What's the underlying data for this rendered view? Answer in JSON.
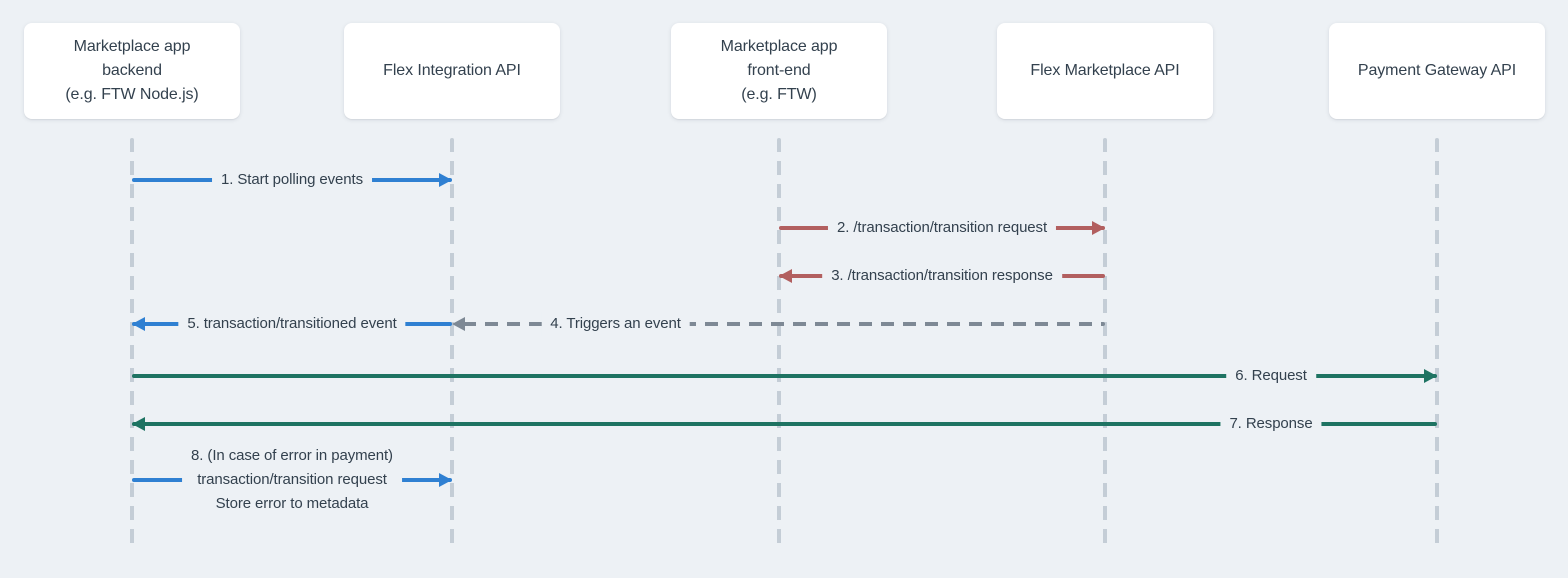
{
  "colors": {
    "background": "#edf1f5",
    "box_bg": "#ffffff",
    "text": "#33414e",
    "blue": "#2f80d2",
    "red": "#b25f5f",
    "green": "#1e7362",
    "gray": "#7e8995",
    "lifeline": "#c4cdd6"
  },
  "actors": [
    {
      "id": "backend",
      "lines": [
        "Marketplace app",
        "backend",
        "(e.g. FTW Node.js)"
      ]
    },
    {
      "id": "flex-integration-api",
      "lines": [
        "Flex Integration API"
      ]
    },
    {
      "id": "frontend",
      "lines": [
        "Marketplace app",
        "front-end",
        "(e.g. FTW)"
      ]
    },
    {
      "id": "flex-marketplace-api",
      "lines": [
        "Flex Marketplace API"
      ]
    },
    {
      "id": "payment-gateway-api",
      "lines": [
        "Payment Gateway API"
      ]
    }
  ],
  "messages": [
    {
      "lines": [
        "1. Start polling events"
      ],
      "from": 0,
      "to": 1,
      "color": "blue",
      "style": "solid",
      "label_between": [
        0,
        1
      ]
    },
    {
      "lines": [
        "2. /transaction/transition request"
      ],
      "from": 2,
      "to": 3,
      "color": "red",
      "style": "solid",
      "label_between": [
        2,
        3
      ]
    },
    {
      "lines": [
        "3. /transaction/transition response"
      ],
      "from": 3,
      "to": 2,
      "color": "red",
      "style": "solid",
      "label_between": [
        2,
        3
      ]
    },
    {
      "lines": [
        "4. Triggers an event"
      ],
      "from": 3,
      "to": 1,
      "color": "gray",
      "style": "dashed",
      "label_between": [
        1,
        2
      ]
    },
    {
      "lines": [
        "5. transaction/transitioned event"
      ],
      "from": 1,
      "to": 0,
      "color": "blue",
      "style": "solid",
      "label_between": [
        0,
        1
      ]
    },
    {
      "lines": [
        "6. Request"
      ],
      "from": 0,
      "to": 4,
      "color": "green",
      "style": "solid",
      "label_between": [
        3,
        4
      ]
    },
    {
      "lines": [
        "7. Response"
      ],
      "from": 4,
      "to": 0,
      "color": "green",
      "style": "solid",
      "label_between": [
        3,
        4
      ]
    },
    {
      "lines": [
        "8. (In case of error in payment)",
        "transaction/transition request",
        "Store error to metadata"
      ],
      "from": 0,
      "to": 1,
      "color": "blue",
      "style": "solid",
      "label_between": [
        0,
        1
      ]
    }
  ]
}
